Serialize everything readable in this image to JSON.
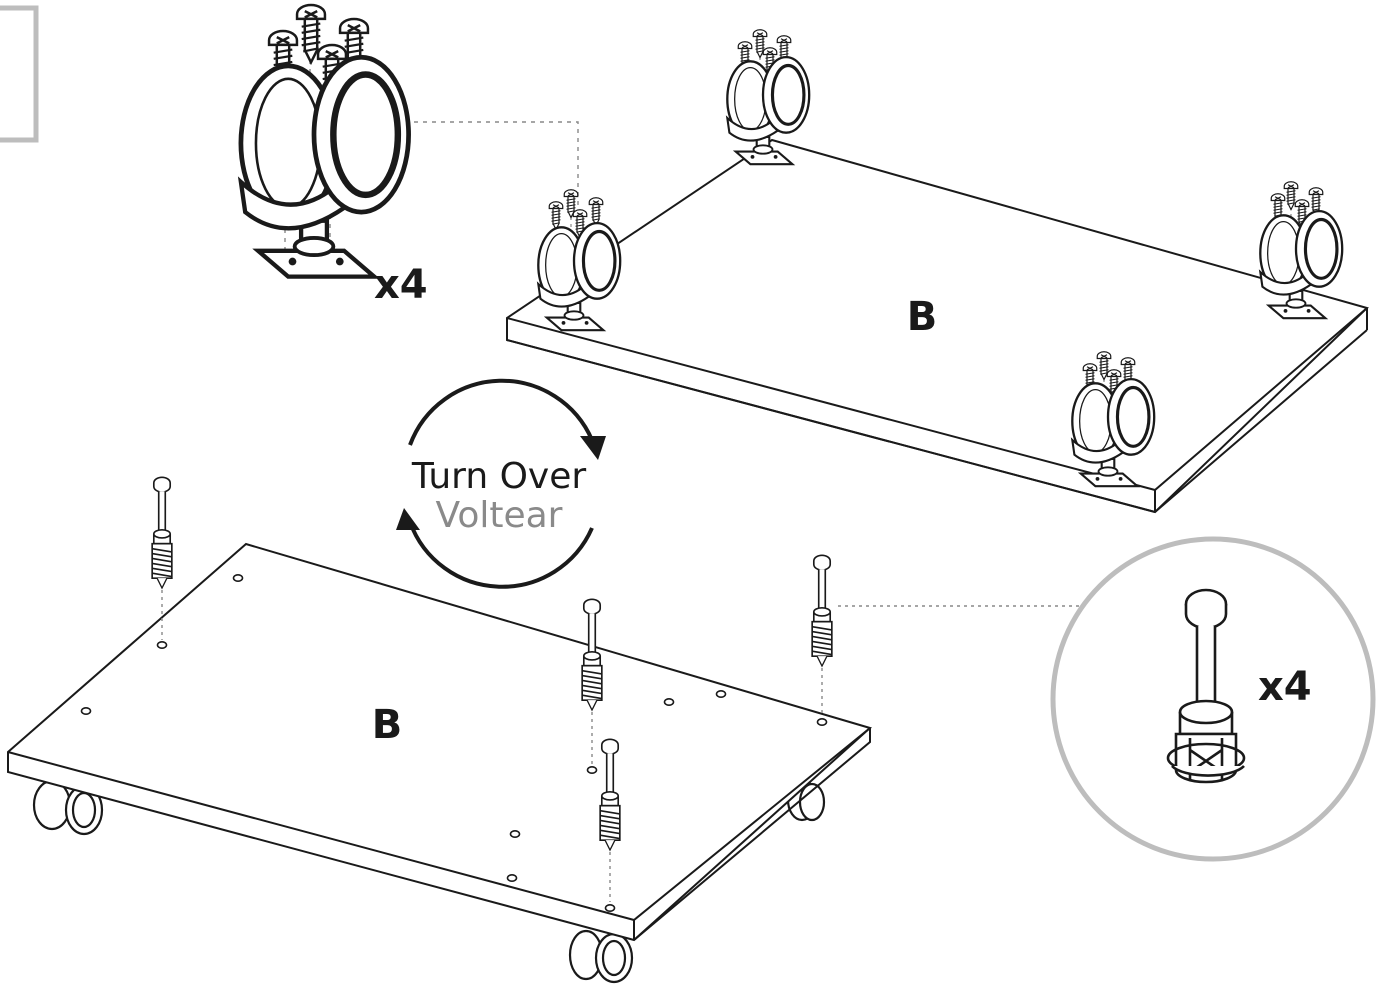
{
  "step": {
    "caster_qty": "x4",
    "top_panel_label": "B",
    "bottom_panel_label": "B",
    "turn_over_en": "Turn Over",
    "turn_over_es": "Voltear",
    "cam_qty": "x4"
  },
  "colors": {
    "ink": "#1a1a1a",
    "muted": "#8a8a8a",
    "frame": "#bdbdbd"
  },
  "icons": [
    "screw-icon",
    "caster-wheel-icon",
    "cam-bolt-icon",
    "rotate-arrows-icon"
  ]
}
